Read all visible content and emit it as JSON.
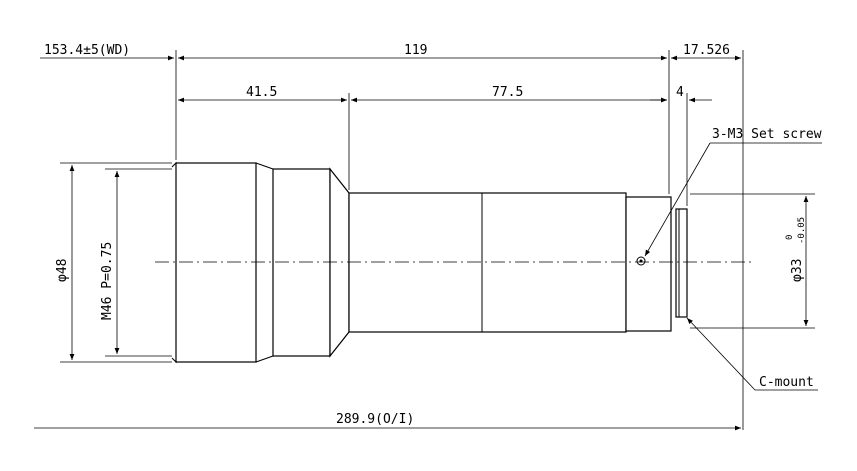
{
  "dimensions": {
    "working_distance": "153.4±5(WD)",
    "total_length": "119",
    "flange_back": "17.526",
    "section_front": "41.5",
    "section_rear": "77.5",
    "mount_offset": "4",
    "front_diameter": "φ48",
    "filter_thread": "M46 P=0.75",
    "mount_diameter": "φ33",
    "mount_tolerance_upper": "0",
    "mount_tolerance_lower": "-0.05",
    "object_to_image": "289.9(O/I)"
  },
  "callouts": {
    "set_screw": "3-M3 Set screw",
    "mount_type": "C-mount"
  }
}
